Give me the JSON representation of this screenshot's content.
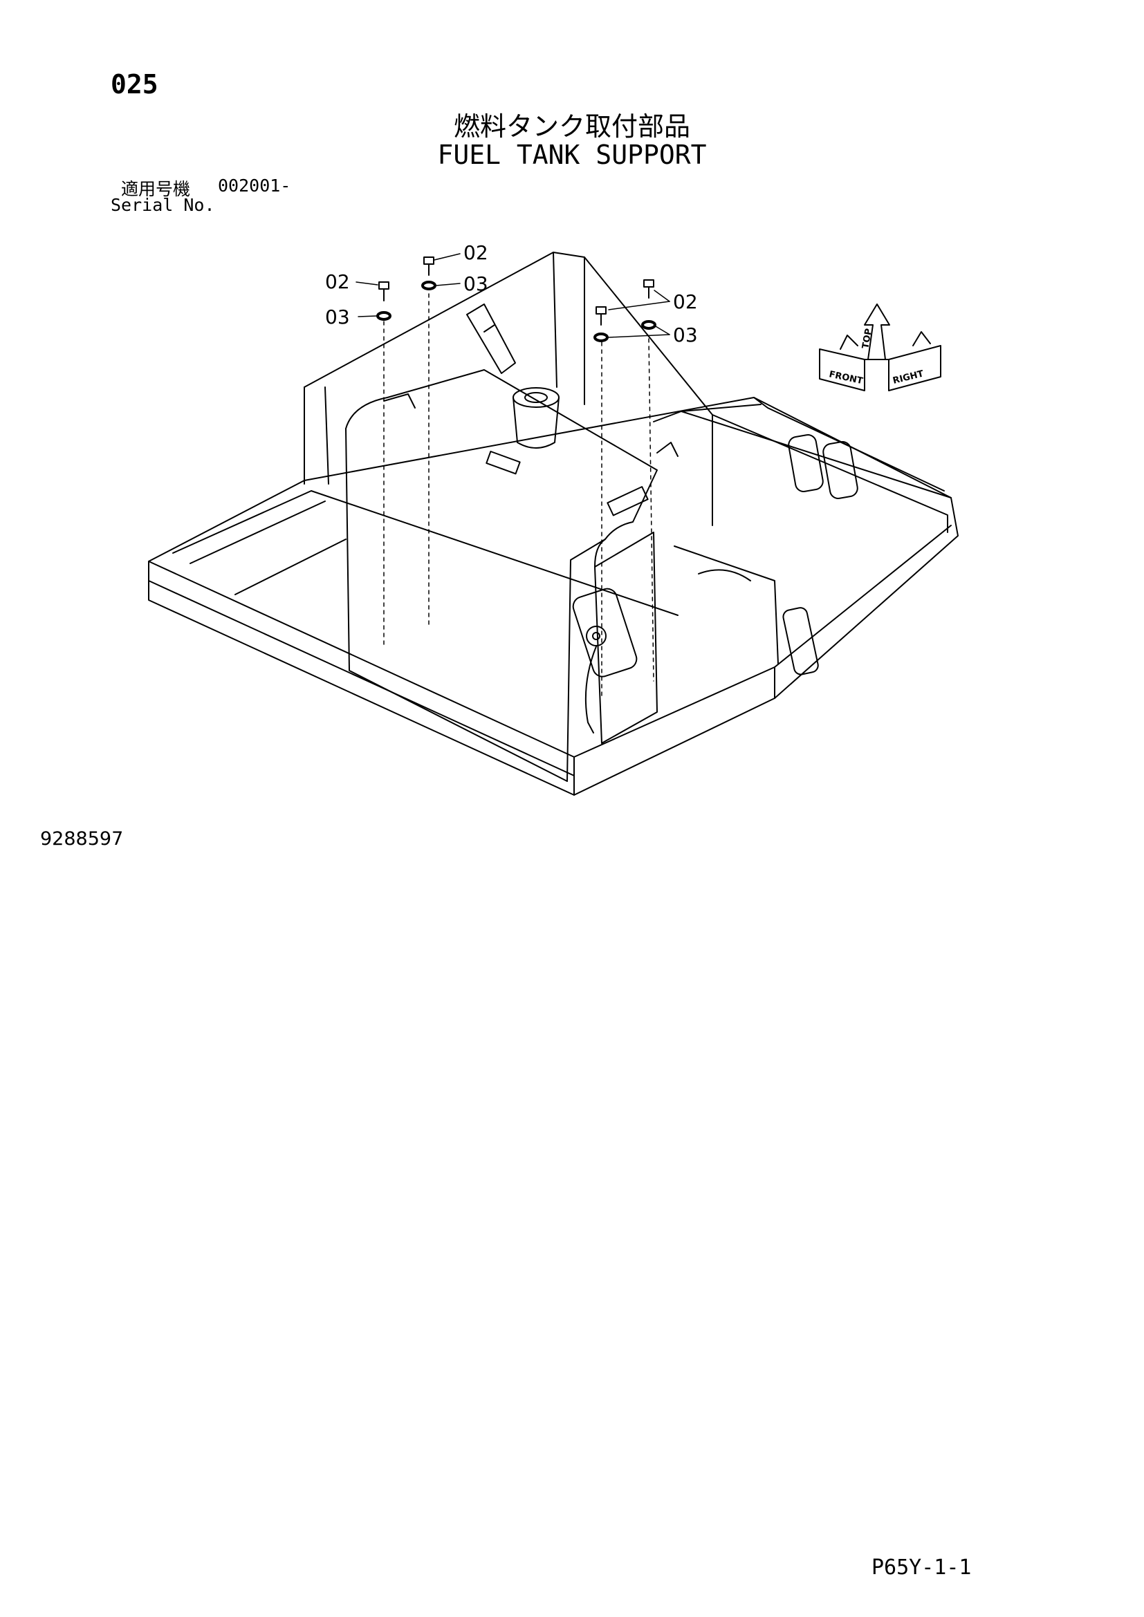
{
  "page_number": "025",
  "title_ja": "燃料タンク取付部品",
  "title_en": "FUEL TANK SUPPORT",
  "serial": {
    "label_ja": "適用号機",
    "value": "002001-",
    "label_en": "Serial No."
  },
  "callouts": {
    "bolt_a": "02",
    "washer_a": "03",
    "bolt_b": "02",
    "washer_b": "03",
    "bolt_c": "02",
    "washer_c": "03"
  },
  "orientation": {
    "front": "FRONT",
    "right": "RIGHT",
    "top": "TOP"
  },
  "drawing_number": "9288597",
  "sheet_code": "P65Y-1-1",
  "colors": {
    "ink": "#000000",
    "paper": "#ffffff"
  }
}
